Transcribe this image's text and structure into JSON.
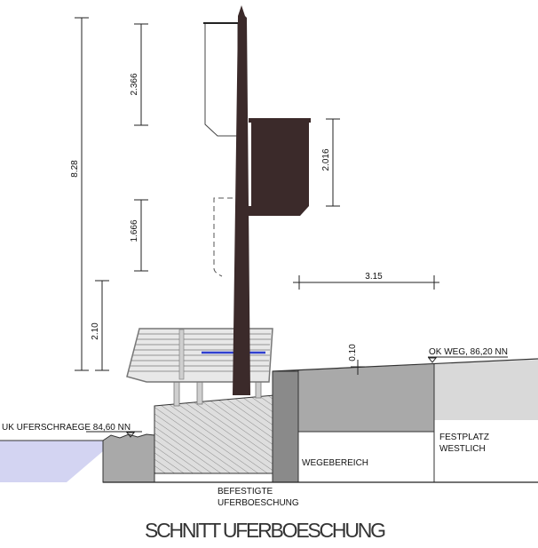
{
  "title": "SCHNITT UFERBOESCHUNG",
  "dimensions": {
    "total_height": "8.28",
    "upper_box": "2.366",
    "lower_dashed": "1.666",
    "canopy_height": "2.10",
    "right_box": "2.016",
    "horizontal": "3.15",
    "step": "0.10"
  },
  "levels": {
    "uk": "UK UFERSCHRAEGE 84,60 NN",
    "ok": "OK WEG, 86,20 NN"
  },
  "areas": {
    "festplatz_line1": "FESTPLATZ",
    "festplatz_line2": "WESTLICH",
    "wegebereich": "WEGEBEREICH",
    "befestigte_line1": "BEFESTIGTE",
    "befestigte_line2": "UFERBOESCHUNG"
  },
  "colors": {
    "pole": "#3b2a2a",
    "water": "#d3d4f2",
    "dark_gray": "#8a8a8a",
    "mid_gray": "#a9a9a9",
    "light_gray": "#d9d9d9",
    "canopy_blue": "#2f3fd0"
  }
}
